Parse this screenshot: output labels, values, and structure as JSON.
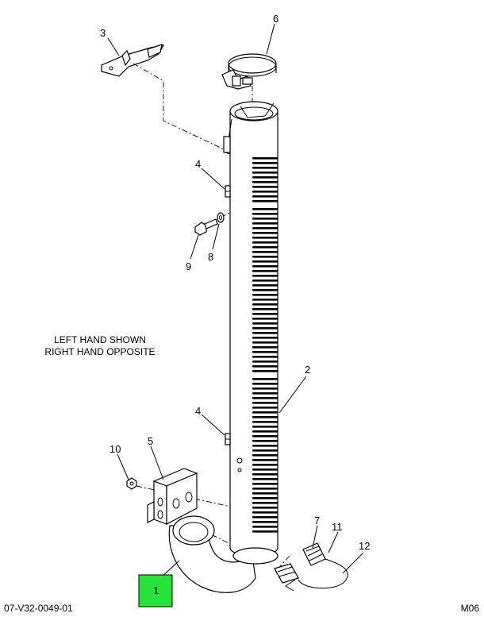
{
  "diagram": {
    "callouts": {
      "c1": "1",
      "c2": "2",
      "c3": "3",
      "c4a": "4",
      "c4b": "4",
      "c5": "5",
      "c6": "6",
      "c7": "7",
      "c8": "8",
      "c9": "9",
      "c10": "10",
      "c11": "11",
      "c12": "12"
    },
    "note_line1": "LEFT HAND SHOWN",
    "note_line2": "RIGHT HAND OPPOSITE",
    "footer_left": "07-V32-0049-01",
    "footer_right": "M06",
    "highlight_color": "#27e33b"
  }
}
